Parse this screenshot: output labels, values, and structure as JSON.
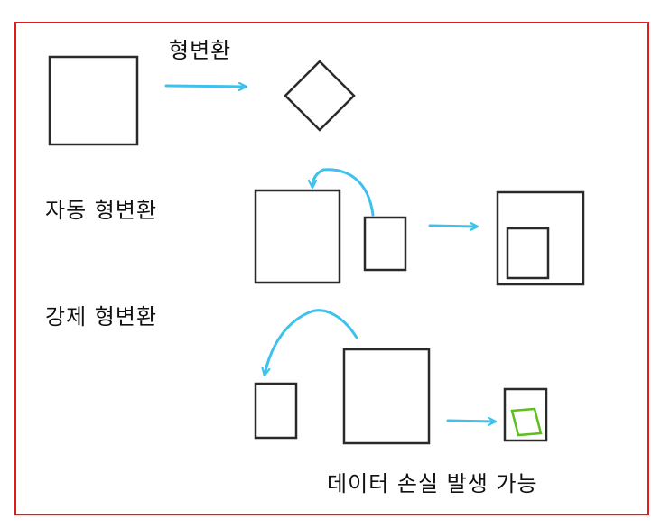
{
  "labels": {
    "shape_conversion": "형변환",
    "implicit_conversion": "자동 형변환",
    "explicit_conversion": "강제 형변환",
    "data_loss_note": "데이터 손실 발생 가능"
  },
  "colors": {
    "frame": "#e11b1b",
    "shape": "#2a2a2a",
    "arrow": "#3fc1ee",
    "loss_highlight": "#5cbf1e",
    "text": "#111111"
  }
}
